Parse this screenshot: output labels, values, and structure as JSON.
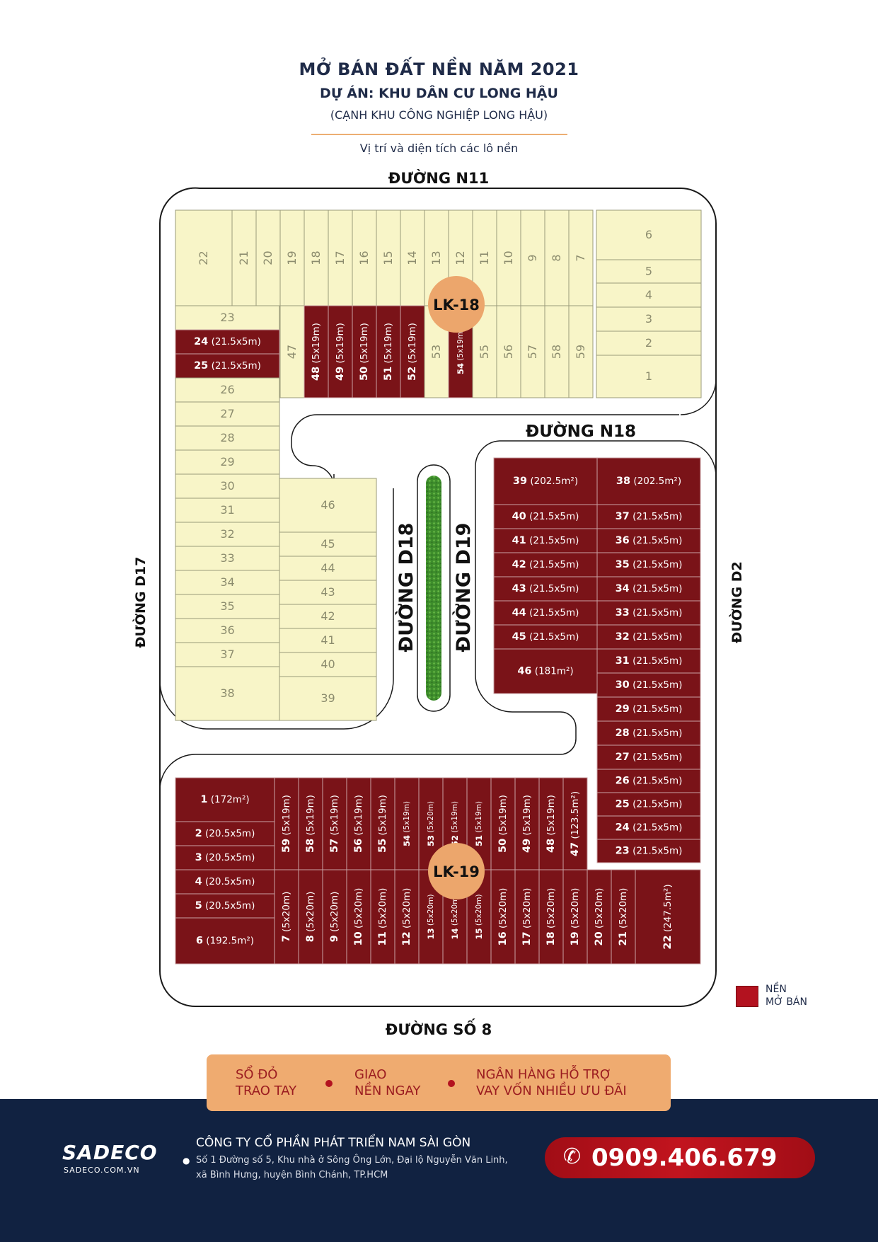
{
  "header": {
    "title": "MỞ BÁN ĐẤT NỀN NĂM 2021",
    "project": "DỰ ÁN: KHU DÂN CƯ LONG HẬU",
    "subtitle": "(CẠNH KHU CÔNG NGHIỆP LONG HẬU)",
    "caption": "Vị trí và diện tích các lô nền"
  },
  "roads": {
    "n11": "ĐƯỜNG N11",
    "n18": "ĐƯỜNG N18",
    "d17": "ĐƯỜNG D17",
    "d18": "ĐƯỜNG D18",
    "d19": "ĐƯỜNG D19",
    "d2": "ĐƯỜNG D2",
    "so8": "ĐƯỜNG SỐ 8"
  },
  "blocks": {
    "lk18": "LK-18",
    "lk19": "LK-19"
  },
  "colors": {
    "sold": "#f8f5c8",
    "available": "#7a1318",
    "road": "#ffffff",
    "badge": "#eca66c",
    "navy": "#112241"
  },
  "legend": {
    "line1": "NỀN",
    "line2": "MỞ BÁN"
  },
  "banner": {
    "item1_l1": "SỔ ĐỎ",
    "item1_l2": "TRAO TAY",
    "item2_l1": "GIAO",
    "item2_l2": "NỀN NGAY",
    "item3_l1": "NGÂN HÀNG HỖ TRỢ",
    "item3_l2": "VAY VỐN NHIỀU ƯU ĐÃI"
  },
  "footer": {
    "logo": "SADECO",
    "logo_sub": "SADECO.COM.VN",
    "company": "CÔNG TY CỔ PHẦN PHÁT TRIỂN NAM SÀI GÒN",
    "address_line1": "Số 1 Đường số 5, Khu nhà ở Sông Ông Lớn, Đại lộ Nguyễn Văn Linh,",
    "address_line2": "xã Bình Hưng, huyện Bình Chánh, TP.HCM",
    "phone": "0909.406.679"
  },
  "lots": [
    {
      "block": "LK-18",
      "label": "22",
      "status": "sold"
    },
    {
      "block": "LK-18",
      "label": "21",
      "status": "sold"
    },
    {
      "block": "LK-18",
      "label": "20",
      "status": "sold"
    },
    {
      "block": "LK-18",
      "label": "19",
      "status": "sold"
    },
    {
      "block": "LK-18",
      "label": "18",
      "status": "sold"
    },
    {
      "block": "LK-18",
      "label": "17",
      "status": "sold"
    },
    {
      "block": "LK-18",
      "label": "16",
      "status": "sold"
    },
    {
      "block": "LK-18",
      "label": "15",
      "status": "sold"
    },
    {
      "block": "LK-18",
      "label": "14",
      "status": "sold"
    },
    {
      "block": "LK-18",
      "label": "13",
      "status": "sold"
    },
    {
      "block": "LK-18",
      "label": "12",
      "status": "sold"
    },
    {
      "block": "LK-18",
      "label": "11",
      "status": "sold"
    },
    {
      "block": "LK-18",
      "label": "10",
      "status": "sold"
    },
    {
      "block": "LK-18",
      "label": "9",
      "status": "sold"
    },
    {
      "block": "LK-18",
      "label": "8",
      "status": "sold"
    },
    {
      "block": "LK-18",
      "label": "7",
      "status": "sold"
    },
    {
      "block": "LK-18",
      "label": "6",
      "status": "sold"
    },
    {
      "block": "LK-18",
      "label": "5",
      "status": "sold"
    },
    {
      "block": "LK-18",
      "label": "4",
      "status": "sold"
    },
    {
      "block": "LK-18",
      "label": "3",
      "status": "sold"
    },
    {
      "block": "LK-18",
      "label": "2",
      "status": "sold"
    },
    {
      "block": "LK-18",
      "label": "1",
      "status": "sold"
    },
    {
      "block": "LK-18",
      "label": "23",
      "status": "sold"
    },
    {
      "block": "LK-18",
      "label": "24",
      "detail": "(21.5x5m)",
      "status": "available"
    },
    {
      "block": "LK-18",
      "label": "25",
      "detail": "(21.5x5m)",
      "status": "available"
    },
    {
      "block": "LK-18",
      "label": "26",
      "status": "sold"
    },
    {
      "block": "LK-18",
      "label": "27",
      "status": "sold"
    },
    {
      "block": "LK-18",
      "label": "28",
      "status": "sold"
    },
    {
      "block": "LK-18",
      "label": "29",
      "status": "sold"
    },
    {
      "block": "LK-18",
      "label": "30",
      "status": "sold"
    },
    {
      "block": "LK-18",
      "label": "31",
      "status": "sold"
    },
    {
      "block": "LK-18",
      "label": "32",
      "status": "sold"
    },
    {
      "block": "LK-18",
      "label": "33",
      "status": "sold"
    },
    {
      "block": "LK-18",
      "label": "34",
      "status": "sold"
    },
    {
      "block": "LK-18",
      "label": "35",
      "status": "sold"
    },
    {
      "block": "LK-18",
      "label": "36",
      "status": "sold"
    },
    {
      "block": "LK-18",
      "label": "37",
      "status": "sold"
    },
    {
      "block": "LK-18",
      "label": "38",
      "status": "sold"
    },
    {
      "block": "LK-18",
      "label": "46",
      "status": "sold"
    },
    {
      "block": "LK-18",
      "label": "45",
      "status": "sold"
    },
    {
      "block": "LK-18",
      "label": "44",
      "status": "sold"
    },
    {
      "block": "LK-18",
      "label": "43",
      "status": "sold"
    },
    {
      "block": "LK-18",
      "label": "42",
      "status": "sold"
    },
    {
      "block": "LK-18",
      "label": "41",
      "status": "sold"
    },
    {
      "block": "LK-18",
      "label": "40",
      "status": "sold"
    },
    {
      "block": "LK-18",
      "label": "39",
      "status": "sold"
    },
    {
      "block": "LK-18",
      "label": "47",
      "status": "sold"
    },
    {
      "block": "LK-18",
      "label": "48",
      "detail": "(5x19m)",
      "status": "available"
    },
    {
      "block": "LK-18",
      "label": "49",
      "detail": "(5x19m)",
      "status": "available"
    },
    {
      "block": "LK-18",
      "label": "50",
      "detail": "(5x19m)",
      "status": "available"
    },
    {
      "block": "LK-18",
      "label": "51",
      "detail": "(5x19m)",
      "status": "available"
    },
    {
      "block": "LK-18",
      "label": "52",
      "detail": "(5x19m)",
      "status": "available"
    },
    {
      "block": "LK-18",
      "label": "53",
      "status": "sold"
    },
    {
      "block": "LK-18",
      "label": "54",
      "detail": "(5x19m)",
      "status": "available"
    },
    {
      "block": "LK-18",
      "label": "55",
      "status": "sold"
    },
    {
      "block": "LK-18",
      "label": "56",
      "status": "sold"
    },
    {
      "block": "LK-18",
      "label": "57",
      "status": "sold"
    },
    {
      "block": "LK-18",
      "label": "58",
      "status": "sold"
    },
    {
      "block": "LK-18",
      "label": "59",
      "status": "sold"
    },
    {
      "block": "D19",
      "label": "39",
      "detail": "(202.5m²)",
      "status": "available"
    },
    {
      "block": "D19",
      "label": "38",
      "detail": "(202.5m²)",
      "status": "available"
    },
    {
      "block": "D19",
      "label": "40",
      "detail": "(21.5x5m)",
      "status": "available"
    },
    {
      "block": "D19",
      "label": "41",
      "detail": "(21.5x5m)",
      "status": "available"
    },
    {
      "block": "D19",
      "label": "42",
      "detail": "(21.5x5m)",
      "status": "available"
    },
    {
      "block": "D19",
      "label": "43",
      "detail": "(21.5x5m)",
      "status": "available"
    },
    {
      "block": "D19",
      "label": "44",
      "detail": "(21.5x5m)",
      "status": "available"
    },
    {
      "block": "D19",
      "label": "45",
      "detail": "(21.5x5m)",
      "status": "available"
    },
    {
      "block": "D19",
      "label": "46",
      "detail": "(181m²)",
      "status": "available"
    },
    {
      "block": "D19",
      "label": "37",
      "detail": "(21.5x5m)",
      "status": "available"
    },
    {
      "block": "D19",
      "label": "36",
      "detail": "(21.5x5m)",
      "status": "available"
    },
    {
      "block": "D19",
      "label": "35",
      "detail": "(21.5x5m)",
      "status": "available"
    },
    {
      "block": "D19",
      "label": "34",
      "detail": "(21.5x5m)",
      "status": "available"
    },
    {
      "block": "D19",
      "label": "33",
      "detail": "(21.5x5m)",
      "status": "available"
    },
    {
      "block": "D19",
      "label": "32",
      "detail": "(21.5x5m)",
      "status": "available"
    },
    {
      "block": "D19",
      "label": "31",
      "detail": "(21.5x5m)",
      "status": "available"
    },
    {
      "block": "D19",
      "label": "30",
      "detail": "(21.5x5m)",
      "status": "available"
    },
    {
      "block": "D19",
      "label": "29",
      "detail": "(21.5x5m)",
      "status": "available"
    },
    {
      "block": "D19",
      "label": "28",
      "detail": "(21.5x5m)",
      "status": "available"
    },
    {
      "block": "D19",
      "label": "27",
      "detail": "(21.5x5m)",
      "status": "available"
    },
    {
      "block": "LK-19",
      "label": "26",
      "detail": "(21.5x5m)",
      "status": "available"
    },
    {
      "block": "LK-19",
      "label": "25",
      "detail": "(21.5x5m)",
      "status": "available"
    },
    {
      "block": "LK-19",
      "label": "24",
      "detail": "(21.5x5m)",
      "status": "available"
    },
    {
      "block": "LK-19",
      "label": "23",
      "detail": "(21.5x5m)",
      "status": "available"
    },
    {
      "block": "LK-19",
      "label": "1",
      "detail": "(172m²)",
      "status": "available"
    },
    {
      "block": "LK-19",
      "label": "2",
      "detail": "(20.5x5m)",
      "status": "available"
    },
    {
      "block": "LK-19",
      "label": "3",
      "detail": "(20.5x5m)",
      "status": "available"
    },
    {
      "block": "LK-19",
      "label": "4",
      "detail": "(20.5x5m)",
      "status": "available"
    },
    {
      "block": "LK-19",
      "label": "5",
      "detail": "(20.5x5m)",
      "status": "available"
    },
    {
      "block": "LK-19",
      "label": "6",
      "detail": "(192.5m²)",
      "status": "available"
    },
    {
      "block": "LK-19",
      "label": "59",
      "detail": "(5x19m)",
      "status": "available"
    },
    {
      "block": "LK-19",
      "label": "58",
      "detail": "(5x19m)",
      "status": "available"
    },
    {
      "block": "LK-19",
      "label": "57",
      "detail": "(5x19m)",
      "status": "available"
    },
    {
      "block": "LK-19",
      "label": "56",
      "detail": "(5x19m)",
      "status": "available"
    },
    {
      "block": "LK-19",
      "label": "55",
      "detail": "(5x19m)",
      "status": "available"
    },
    {
      "block": "LK-19",
      "label": "54",
      "detail": "(5x19m)",
      "status": "available"
    },
    {
      "block": "LK-19",
      "label": "53",
      "detail": "(5x20m)",
      "status": "available"
    },
    {
      "block": "LK-19",
      "label": "52",
      "detail": "(5x19m)",
      "status": "available"
    },
    {
      "block": "LK-19",
      "label": "51",
      "detail": "(5x19m)",
      "status": "available"
    },
    {
      "block": "LK-19",
      "label": "50",
      "detail": "(5x19m)",
      "status": "available"
    },
    {
      "block": "LK-19",
      "label": "49",
      "detail": "(5x19m)",
      "status": "available"
    },
    {
      "block": "LK-19",
      "label": "48",
      "detail": "(5x19m)",
      "status": "available"
    },
    {
      "block": "LK-19",
      "label": "47",
      "detail": "(123.5m²)",
      "status": "available"
    },
    {
      "block": "LK-19",
      "label": "7",
      "detail": "(5x20m)",
      "status": "available"
    },
    {
      "block": "LK-19",
      "label": "8",
      "detail": "(5x20m)",
      "status": "available"
    },
    {
      "block": "LK-19",
      "label": "9",
      "detail": "(5x20m)",
      "status": "available"
    },
    {
      "block": "LK-19",
      "label": "10",
      "detail": "(5x20m)",
      "status": "available"
    },
    {
      "block": "LK-19",
      "label": "11",
      "detail": "(5x20m)",
      "status": "available"
    },
    {
      "block": "LK-19",
      "label": "12",
      "detail": "(5x20m)",
      "status": "available"
    },
    {
      "block": "LK-19",
      "label": "13",
      "detail": "(5x20m)",
      "status": "available"
    },
    {
      "block": "LK-19",
      "label": "14",
      "detail": "(5x20m)",
      "status": "available"
    },
    {
      "block": "LK-19",
      "label": "15",
      "detail": "(5x20m)",
      "status": "available"
    },
    {
      "block": "LK-19",
      "label": "16",
      "detail": "(5x20m)",
      "status": "available"
    },
    {
      "block": "LK-19",
      "label": "17",
      "detail": "(5x20m)",
      "status": "available"
    },
    {
      "block": "LK-19",
      "label": "18",
      "detail": "(5x20m)",
      "status": "available"
    },
    {
      "block": "LK-19",
      "label": "19",
      "detail": "(5x20m)",
      "status": "available"
    },
    {
      "block": "LK-19",
      "label": "20",
      "detail": "(5x20m)",
      "status": "available"
    },
    {
      "block": "LK-19",
      "label": "21",
      "detail": "(5x20m)",
      "status": "available"
    },
    {
      "block": "LK-19",
      "label": "22",
      "detail": "(247.5m²)",
      "status": "available"
    }
  ]
}
